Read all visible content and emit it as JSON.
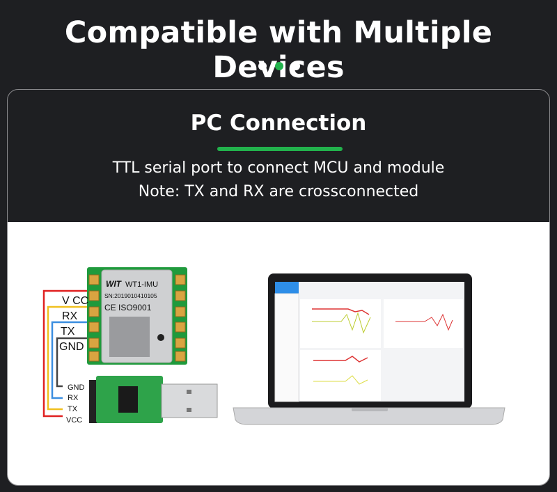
{
  "headline": "Compatible with Multiple Devices",
  "carousel": {
    "count": 3,
    "active_index": 1,
    "active_color": "#22b24c"
  },
  "card": {
    "title": "PC Connection",
    "line1": "TTL serial port to connect MCU and module",
    "line2": "Note: TX and RX are crossconnected"
  },
  "module": {
    "brand": "WIT",
    "model": "WT1-IMU",
    "serial": "SN:2019010410105",
    "cert": "CE ISO9001",
    "pins": {
      "vcc": "V CC",
      "rx": "RX",
      "tx": "TX",
      "gnd": "GND"
    }
  },
  "usb_adapter": {
    "pins": {
      "gnd": "GND",
      "rx": "RX",
      "tx": "TX",
      "vcc": "VCC"
    }
  },
  "wire_colors": {
    "vcc": "#e02020",
    "rx": "#f0c020",
    "tx": "#3a8ee0",
    "gnd": "#444444"
  }
}
